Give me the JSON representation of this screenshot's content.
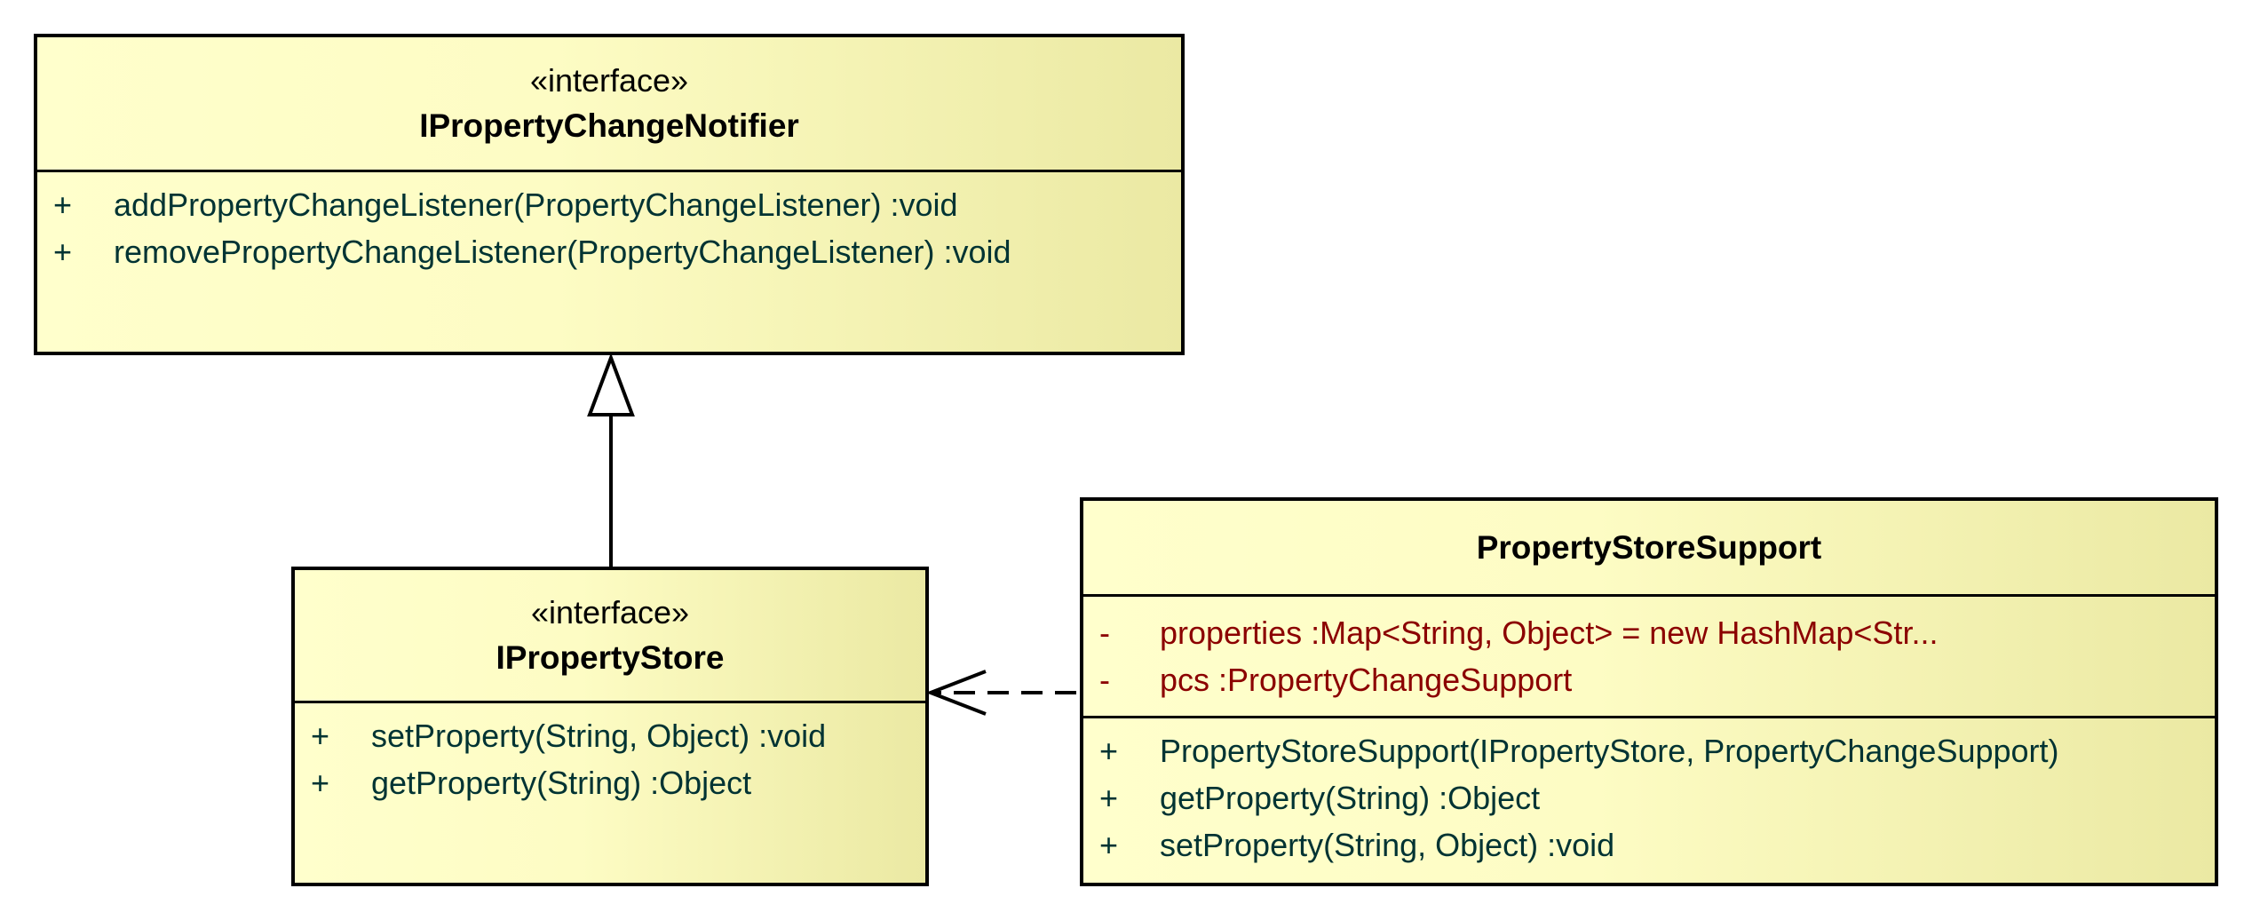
{
  "classes": {
    "notifier": {
      "stereotype": "«interface»",
      "name": "IPropertyChangeNotifier",
      "operations": [
        {
          "vis": "+",
          "sig": "addPropertyChangeListener(PropertyChangeListener)  :void"
        },
        {
          "vis": "+",
          "sig": "removePropertyChangeListener(PropertyChangeListener)  :void"
        }
      ]
    },
    "store": {
      "stereotype": "«interface»",
      "name": "IPropertyStore",
      "operations": [
        {
          "vis": "+",
          "sig": "setProperty(String, Object)  :void"
        },
        {
          "vis": "+",
          "sig": "getProperty(String)  :Object"
        }
      ]
    },
    "support": {
      "name": "PropertyStoreSupport",
      "attributes": [
        {
          "vis": "-",
          "sig": "properties  :Map<String, Object> = new HashMap<Str..."
        },
        {
          "vis": "-",
          "sig": "pcs  :PropertyChangeSupport"
        }
      ],
      "operations": [
        {
          "vis": "+",
          "sig": "PropertyStoreSupport(IPropertyStore, PropertyChangeSupport)"
        },
        {
          "vis": "+",
          "sig": "getProperty(String)  :Object"
        },
        {
          "vis": "+",
          "sig": "setProperty(String, Object)  :void"
        }
      ]
    }
  },
  "colors": {
    "operation_text": "#003333",
    "attribute_text": "#8b0000",
    "class_fill_light": "#ffffcc",
    "class_fill_dark": "#ebe9a3"
  }
}
